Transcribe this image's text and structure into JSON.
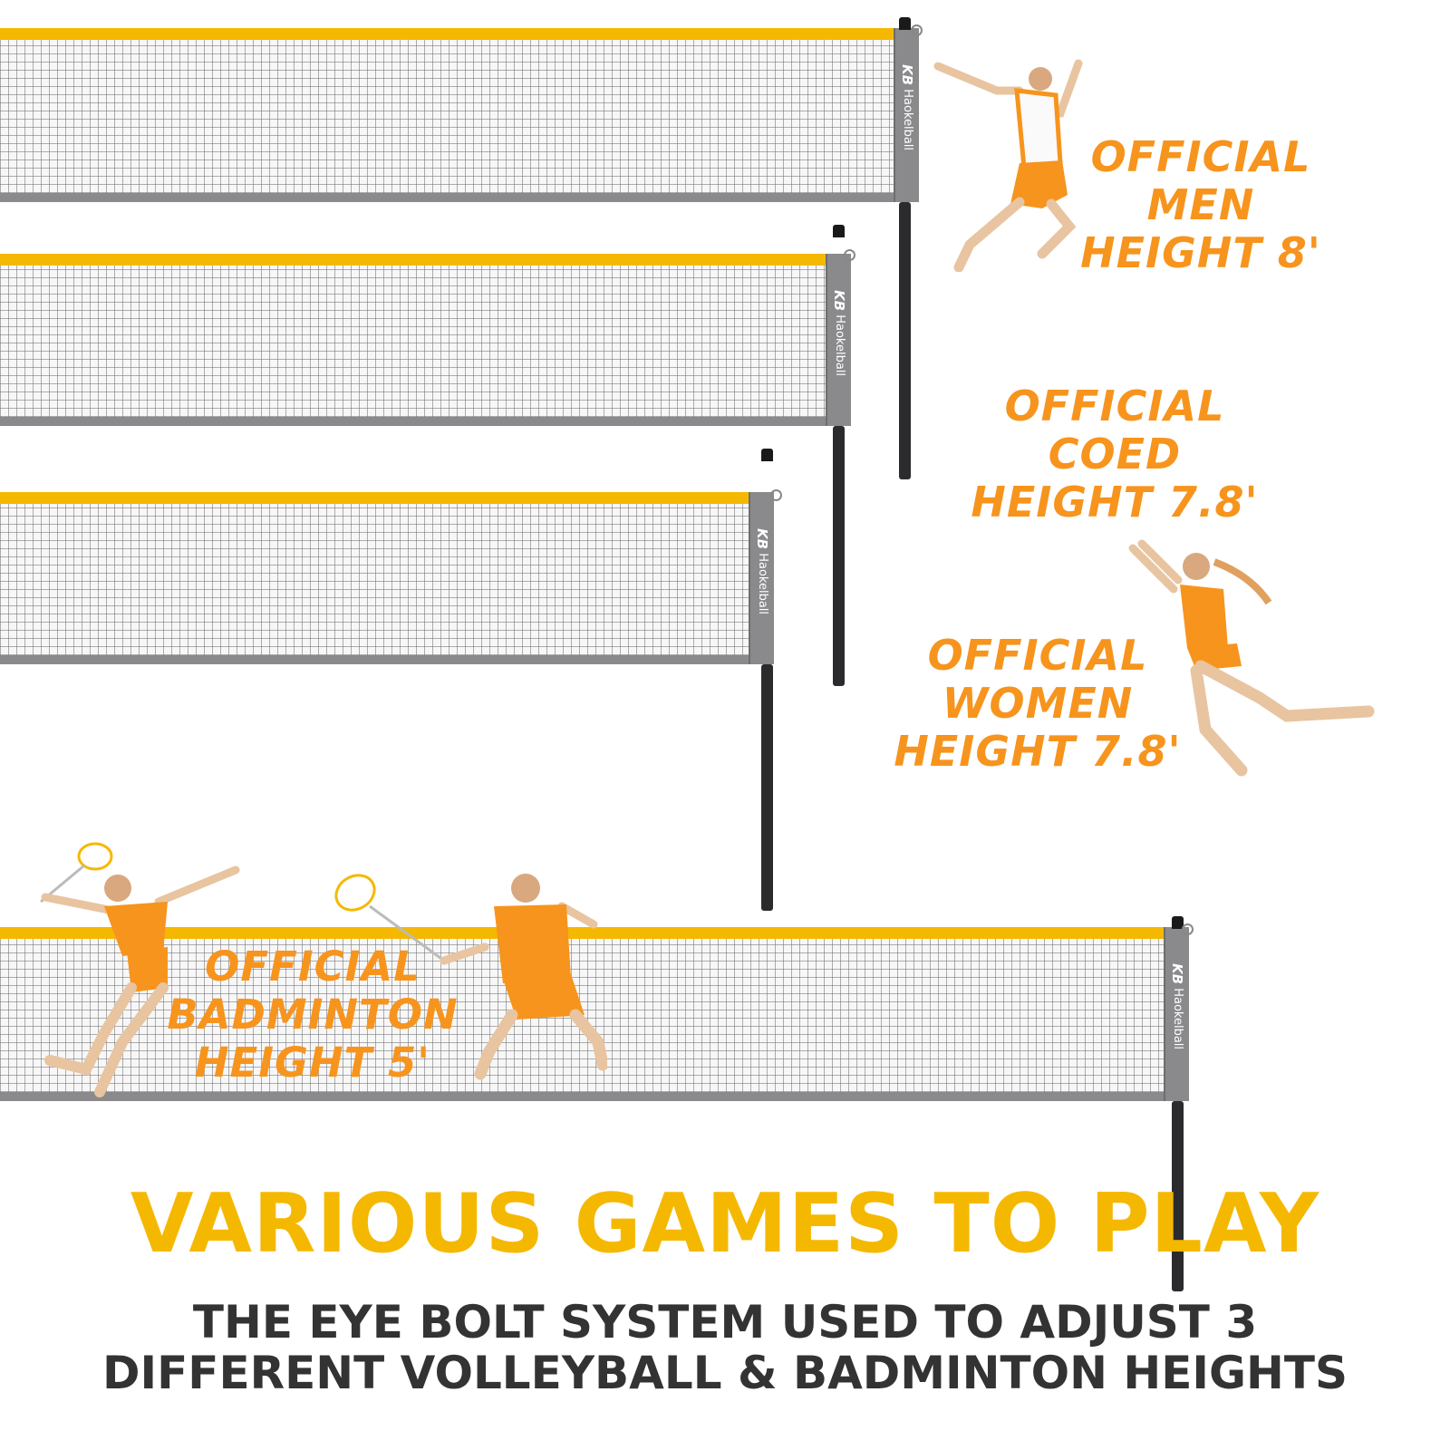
{
  "brand": {
    "logo": "KB",
    "name": "Haokelball"
  },
  "colors": {
    "accent": "#f5b800",
    "label_orange": "#f7941d",
    "net_gray": "#8a8a8c",
    "pole": "#2b2b2d",
    "text_dark": "#333333"
  },
  "labels": {
    "men": {
      "line1": "OFFICIAL",
      "line2": "MEN",
      "line3": "HEIGHT 8'"
    },
    "coed": {
      "line1": "OFFICIAL",
      "line2": "COED",
      "line3": "HEIGHT 7.8'"
    },
    "women": {
      "line1": "OFFICIAL",
      "line2": "WOMEN",
      "line3": "HEIGHT 7.8'"
    },
    "badminton": {
      "line1": "OFFICIAL",
      "line2": "BADMINTON",
      "line3": "HEIGHT 5'"
    }
  },
  "headline": "VARIOUS GAMES TO PLAY",
  "subheadline": {
    "line1": "THE EYE BOLT SYSTEM USED TO ADJUST 3",
    "line2": "DIFFERENT VOLLEYBALL & BADMINTON HEIGHTS"
  },
  "icons": [
    "volleyball-player-icon",
    "badminton-player-icon",
    "badminton-racket-icon"
  ]
}
